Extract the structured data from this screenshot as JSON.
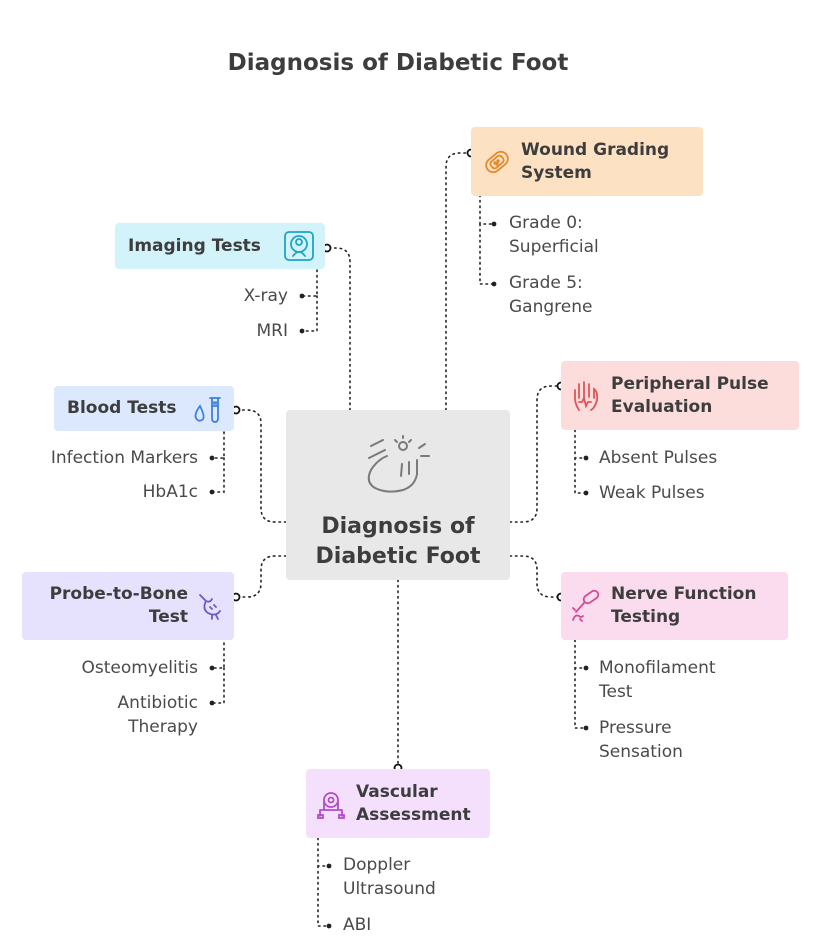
{
  "title": "Diagnosis of Diabetic Foot",
  "center": {
    "label": "Diagnosis of Diabetic Foot",
    "icon": "foot-icon"
  },
  "branches": {
    "imaging": {
      "label": "Imaging Tests",
      "icon": "scanner-icon",
      "color": "#d3f3fb",
      "items": [
        "X-ray",
        "MRI"
      ]
    },
    "blood": {
      "label": "Blood Tests",
      "icon": "test-tube-icon",
      "color": "#dbe8fd",
      "items": [
        "Infection Markers",
        "HbA1c"
      ]
    },
    "probe": {
      "label": "Probe-to-Bone Test",
      "icon": "probe-icon",
      "color": "#e6e2fd",
      "items": [
        "Osteomyelitis",
        "Antibiotic Therapy"
      ]
    },
    "vascular": {
      "label": "Vascular Assessment",
      "icon": "stethoscope-icon",
      "color": "#f4e0fc",
      "items": [
        "Doppler Ultrasound",
        "ABI"
      ]
    },
    "wound": {
      "label": "Wound Grading System",
      "icon": "bandage-icon",
      "color": "#fde1c3",
      "items": [
        "Grade 0: Superficial",
        "Grade 5: Gangrene"
      ]
    },
    "pulse": {
      "label": "Peripheral Pulse Evaluation",
      "icon": "hand-pulse-icon",
      "color": "#fddcdc",
      "items": [
        "Absent Pulses",
        "Weak Pulses"
      ]
    },
    "nerve": {
      "label": "Nerve Function Testing",
      "icon": "monofilament-icon",
      "color": "#fbdcef",
      "items": [
        "Monofilament Test",
        "Pressure Sensation"
      ]
    }
  }
}
